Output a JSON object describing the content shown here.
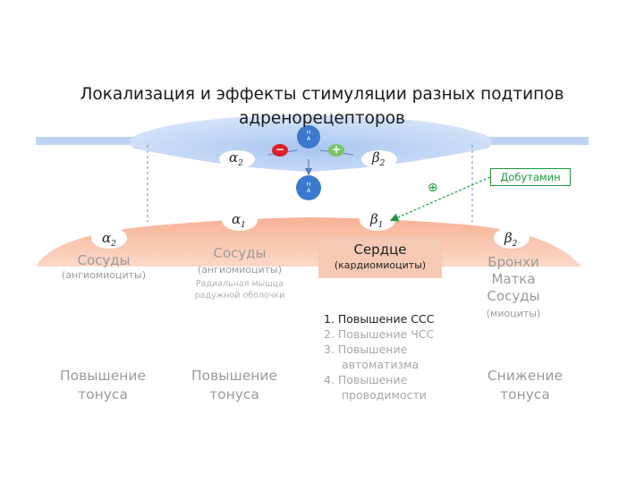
{
  "title_line1": "Локализация и эффекты стимуляции разных подтипов",
  "title_line2": "адренорецепторов",
  "receptors": {
    "alpha2_top": "α",
    "alpha2_top_sub": "2",
    "beta2_top": "β",
    "beta2_top_sub": "2",
    "alpha1_mid": "α",
    "alpha1_mid_sub": "1",
    "beta1_mid": "β",
    "beta1_mid_sub": "1",
    "alpha2_left": "α",
    "alpha2_left_sub": "2",
    "beta2_right": "β",
    "beta2_right_sub": "2"
  },
  "na": {
    "line1": "Н",
    "line2": "А"
  },
  "signs": {
    "minus": "−",
    "plus": "+",
    "plus_green": "⊕"
  },
  "drug": "Добутамин",
  "organs": {
    "left_title": "Сосуды",
    "left_sub": "(ангиомиоциты)",
    "mid_title": "Сосуды",
    "mid_sub": "(ангиомиоциты)",
    "mid_note1": "Радиальная мышца",
    "mid_note2": "радужной оболочки",
    "heart_title": "Сердце",
    "heart_sub": "(кардиомиоциты)",
    "right_l1": "Бронхи",
    "right_l2": "Матка",
    "right_l3": "Сосуды",
    "right_sub": "(миоциты)"
  },
  "heart_effects": {
    "e1": "1. Повышение ССС",
    "e2": "2. Повышение ЧСС",
    "e3a": "3. Повышение",
    "e3b": "автоматизма",
    "e4a": "4. Повышение",
    "e4b": "проводимости"
  },
  "effects": {
    "left_l1": "Повышение",
    "left_l2": "тонуса",
    "mid_l1": "Повышение",
    "mid_l2": "тонуса",
    "right_l1": "Снижение",
    "right_l2": "тонуса"
  },
  "colors": {
    "presynaptic_blue": "#c9daf5",
    "membrane_blue": "#bcd3f3",
    "postsynaptic_salmon": "#f8bca2",
    "na_circle": "#3a79cf",
    "minus_red": "#e0202a",
    "plus_green": "#7cc46a",
    "drug_green": "#1c9a3c",
    "dashed_blue": "#6a8fc8"
  }
}
